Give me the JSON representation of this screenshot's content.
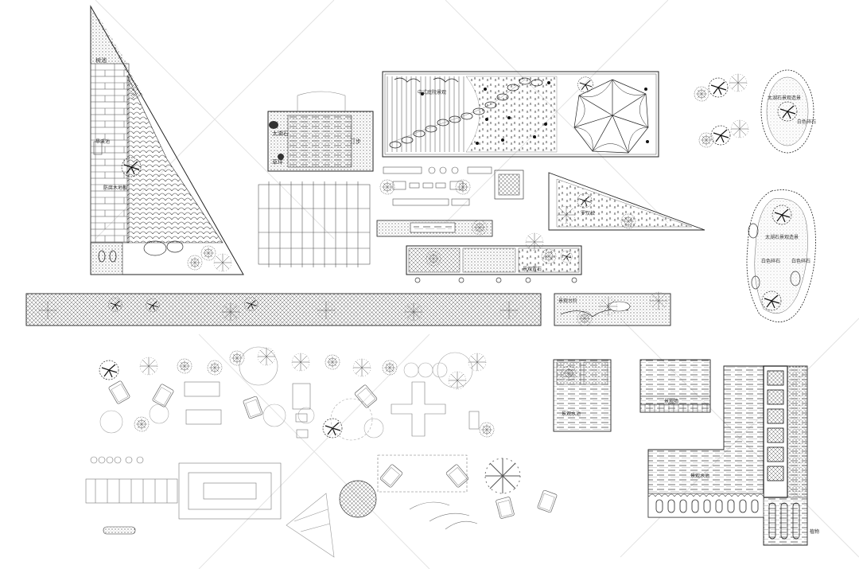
{
  "labels": {
    "tree_pool": "树池",
    "dry_creek": "旱溪池",
    "deck_path": "防腐木地板",
    "taihu_stone_left": "太湖石",
    "step_stone": "汀步",
    "lawn": "草坪",
    "pond_title": "中式庭院景观",
    "tree_note": "罗汉松",
    "oval_left_top": "太湖石景观造景",
    "oval_right_top": "白色碎石",
    "oval2_left": "白色碎石",
    "oval2_right": "白色碎石",
    "oval2_side": "太湖石景观造景",
    "bench_note": "景观置石",
    "stair_note": "景观台阶",
    "water_label_lower": "景观水池",
    "lower_right_water": "景观水池",
    "corner_label": "植物",
    "wall_label": "景观墙"
  },
  "colors": {
    "ink": "#2b2b2b",
    "light_ink": "#8a8a8a",
    "hatch": "#555555",
    "watermark": "#d9d9d9"
  },
  "icons": [
    "tree-icon",
    "shrub-icon",
    "planter-icon",
    "bench-icon",
    "rock-icon"
  ]
}
